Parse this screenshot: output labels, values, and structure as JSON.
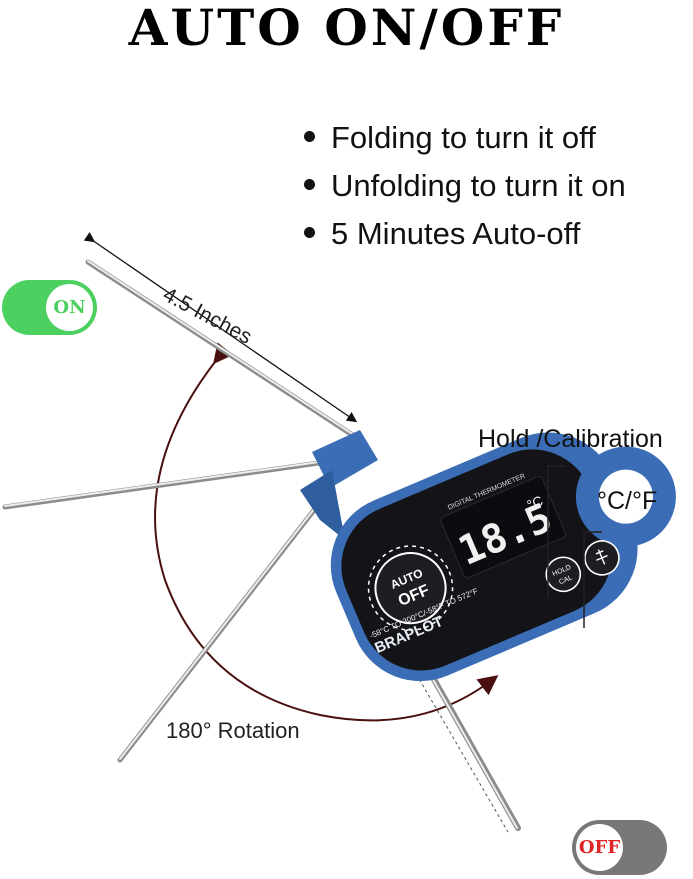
{
  "title": "AUTO ON/OFF",
  "bullets": [
    "Folding to turn it off",
    "Unfolding to turn it on",
    "5 Minutes Auto-off"
  ],
  "toggle_on": {
    "label": "ON",
    "color": "#4cd060"
  },
  "toggle_off": {
    "label": "OFF",
    "color": "#787878",
    "text_color": "#e02424"
  },
  "annotations": {
    "length": "4.5 Inches",
    "hold_calibration": "Hold /Calibration",
    "unit": "°C/°F",
    "rotation": "180° Rotation"
  },
  "device": {
    "brand": "BRAPLOT",
    "auto_button": {
      "line1": "AUTO",
      "line2": "OFF"
    },
    "display_label": "DIGITAL THERMOMETER",
    "range_text": "-58°C TO 300°C/-58°F TO 572°F",
    "reading": "18.5",
    "unit_symbol": "°C",
    "hold_button": {
      "line1": "HOLD",
      "line2": "CAL"
    },
    "unit_button_icon": "thermometer-icon",
    "body_color": "#3a6db5",
    "screen_color": "#141418"
  }
}
